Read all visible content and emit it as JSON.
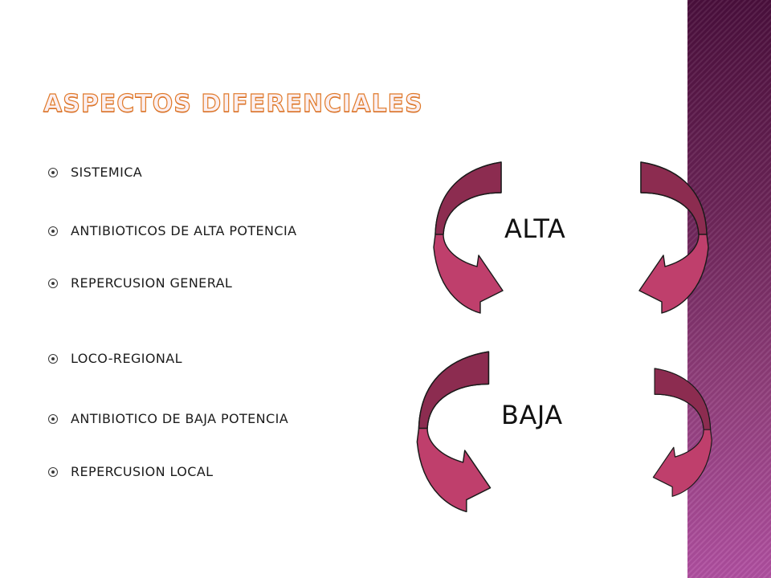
{
  "slide": {
    "title": "ASPECTOS DIFERENCIALES",
    "high_group": {
      "label": "ALTA",
      "items": [
        "SISTEMICA",
        "ANTIBIOTICOS DE ALTA POTENCIA",
        "REPERCUSION GENERAL"
      ]
    },
    "low_group": {
      "label": "BAJA",
      "items": [
        "LOCO-REGIONAL",
        "ANTIBIOTICO DE BAJA POTENCIA",
        "REPERCUSION LOCAL"
      ]
    }
  },
  "colors": {
    "arrow_fill": "#bf3f6c",
    "arrow_dark": "#8c2c50",
    "side_band": "#8a3b78",
    "title_outline": "#e07a2a"
  },
  "icons": [
    "curved-arrow-icon",
    "bullet-icon"
  ]
}
